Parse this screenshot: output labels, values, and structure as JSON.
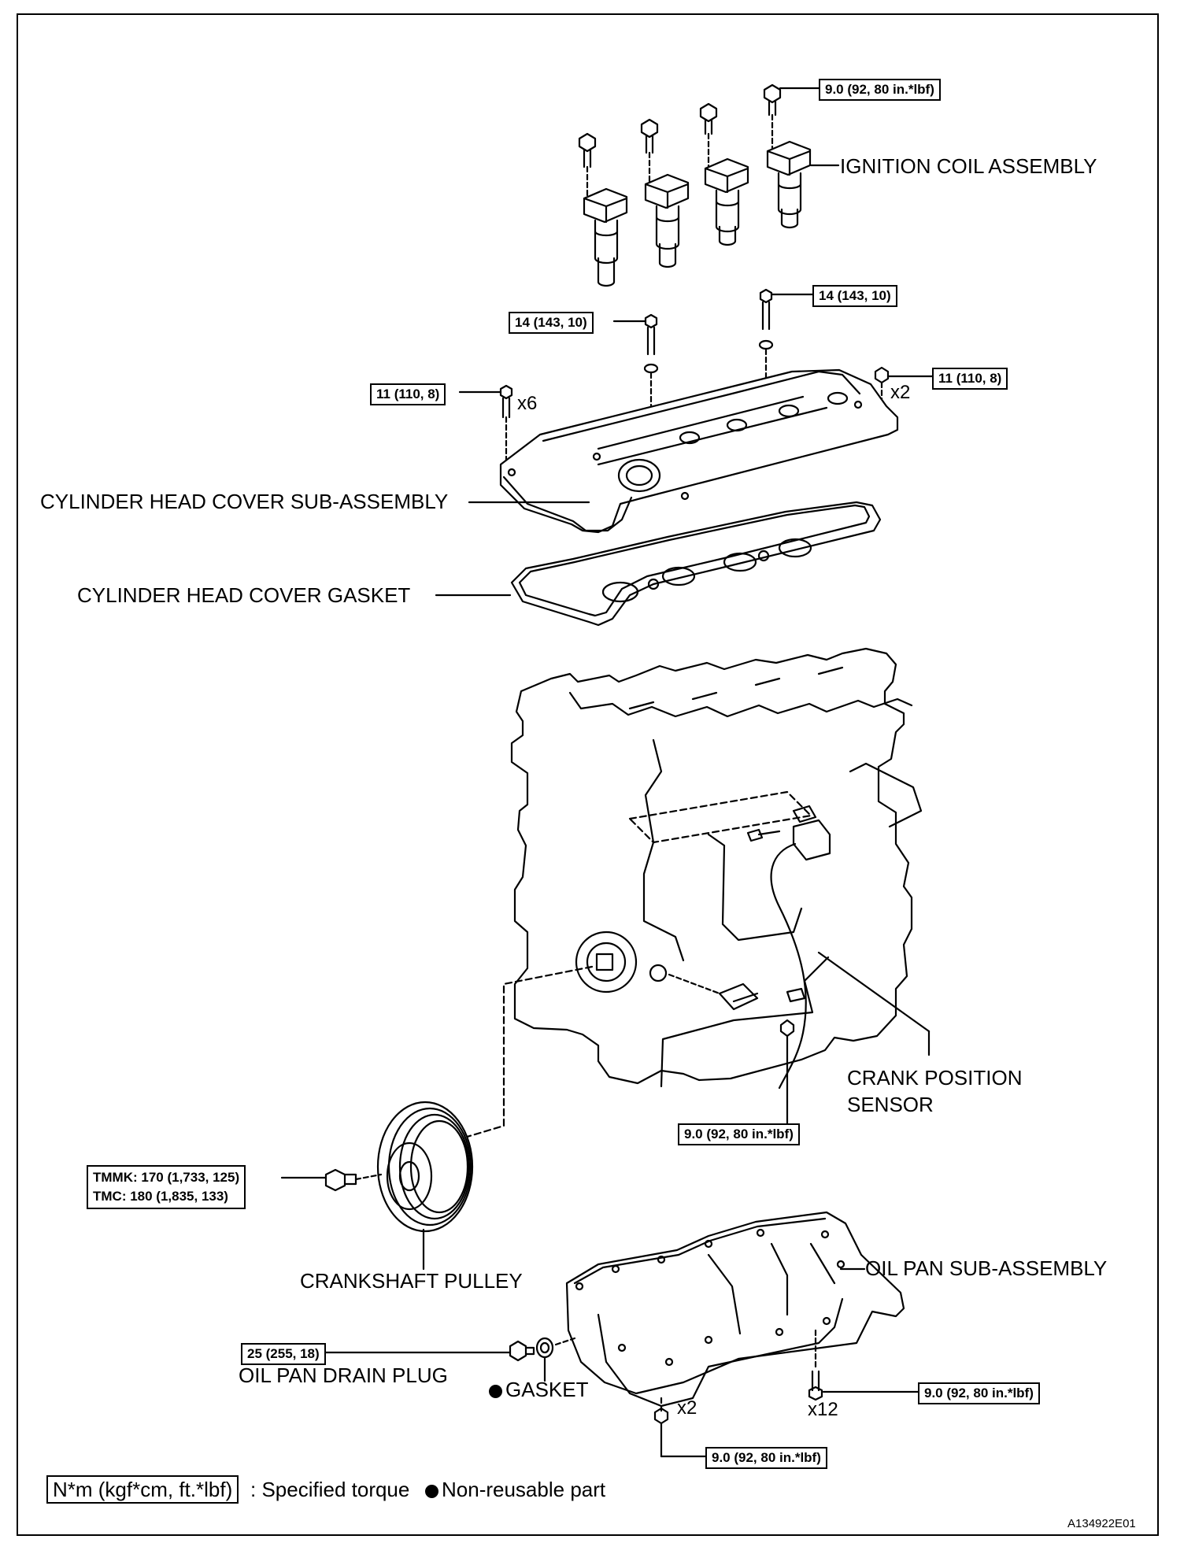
{
  "labels": {
    "ignition_coil": "IGNITION COIL ASSEMBLY",
    "head_cover": "CYLINDER HEAD COVER SUB-ASSEMBLY",
    "head_cover_gasket": "CYLINDER HEAD COVER GASKET",
    "crank_sensor_line1": "CRANK POSITION",
    "crank_sensor_line2": "SENSOR",
    "crankshaft_pulley": "CRANKSHAFT PULLEY",
    "oil_pan": "OIL PAN SUB-ASSEMBLY",
    "drain_plug": "OIL PAN DRAIN PLUG",
    "gasket": "GASKET"
  },
  "torques": {
    "coil_bolt": "9.0 (92, 80 in.*lbf)",
    "cover_stud_left": "14 (143, 10)",
    "cover_stud_right": "14 (143, 10)",
    "cover_bolt_left": "11 (110, 8)",
    "cover_nut_right": "11 (110, 8)",
    "sensor_bolt": "9.0 (92, 80 in.*lbf)",
    "pulley_tmmk": "TMMK: 170 (1,733, 125)",
    "pulley_tmc": "TMC: 180 (1,835, 133)",
    "drain_plug": "25 (255, 18)",
    "oil_pan_bolt": "9.0 (92, 80 in.*lbf)",
    "oil_pan_nut": "9.0 (92, 80 in.*lbf)"
  },
  "quantities": {
    "cover_bolt": "x6",
    "cover_nut": "x2",
    "oil_pan_bolt": "x12",
    "oil_pan_nut": "x2"
  },
  "legend": {
    "units_box": "N*m (kgf*cm, ft.*lbf)",
    "specified_torque": ": Specified torque",
    "non_reusable": "Non-reusable part"
  },
  "figure_id": "A134922E01"
}
